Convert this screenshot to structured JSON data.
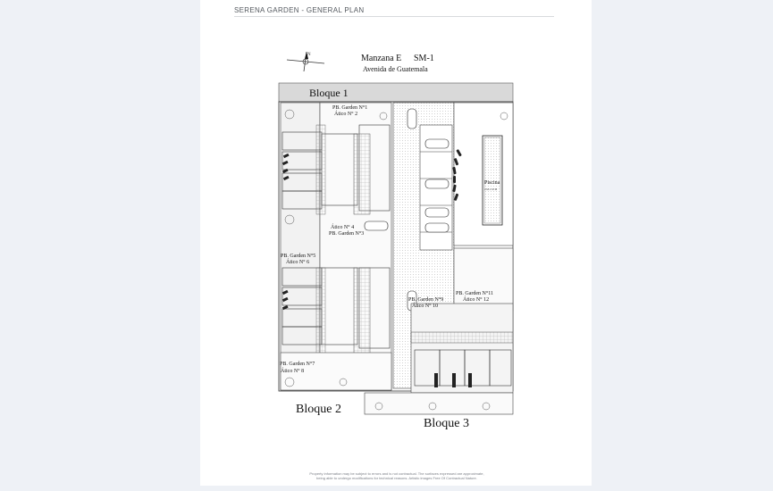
{
  "header": {
    "title": "SERENA GARDEN - GENERAL PLAN"
  },
  "plan": {
    "manzana": "Manzana E",
    "sm": "SM-1",
    "avenue": "Avenida de Guatemala",
    "compass_label": "N",
    "blocks": [
      "Bloque 1",
      "Bloque 2",
      "Bloque 3"
    ],
    "pool": {
      "label": "Piscina",
      "sub": "4 M x 16 M"
    },
    "units": [
      {
        "pb": "PB. Garden N°1",
        "atico": "Ático N° 2"
      },
      {
        "pb": "PB. Garden N°3",
        "atico": "Ático N° 4"
      },
      {
        "pb": "PB. Garden N°5",
        "atico": "Ático N° 6"
      },
      {
        "pb": "PB. Garden N°7",
        "atico": "Ático N° 8"
      },
      {
        "pb": "PB. Garden N°9",
        "atico": "Ático N° 10"
      },
      {
        "pb": "PB. Garden N°11",
        "atico": "Ático N° 12"
      }
    ]
  },
  "footer": {
    "line1": "Property information may be subject to errors and is not contractual. The surfaces expressed are approximate,",
    "line2": "being able to undergo modifications for technical reasons. Artistic images Free Of Contractual Nature."
  }
}
